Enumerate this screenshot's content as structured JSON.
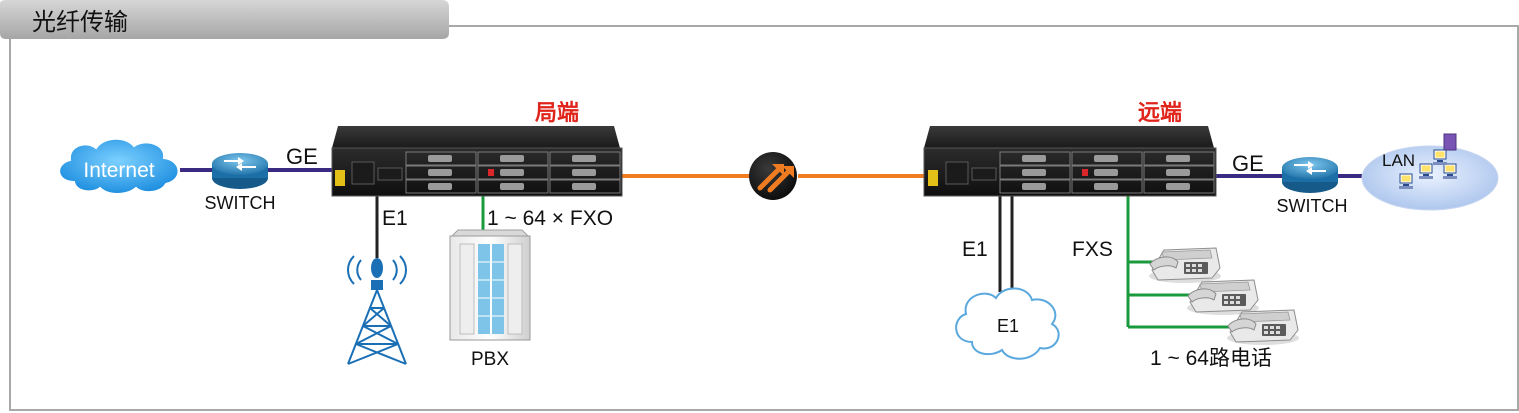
{
  "header": {
    "title": "光纤传输"
  },
  "labels": {
    "internet": "Internet",
    "switch_left": "SWITCH",
    "switch_right": "SWITCH",
    "ge_left": "GE",
    "ge_right": "GE",
    "local_end": "局端",
    "remote_end": "远端",
    "e1_left": "E1",
    "fxo": "1 ~ 64 × FXO",
    "pbx": "PBX",
    "e1_right": "E1",
    "e1_cloud": "E1",
    "fxs": "FXS",
    "phones": "1 ~ 64路电话",
    "lan": "LAN"
  },
  "colors": {
    "fiber": "#f07c22",
    "ethernet": "#3a2a82",
    "fxo_line": "#1a9a3c",
    "fxs_line": "#1a9a3c",
    "e1_line": "#222222",
    "title_red": "#e0241b",
    "frame_gray": "#a8a8a8",
    "cloud_blue": "#3aa3e6"
  }
}
